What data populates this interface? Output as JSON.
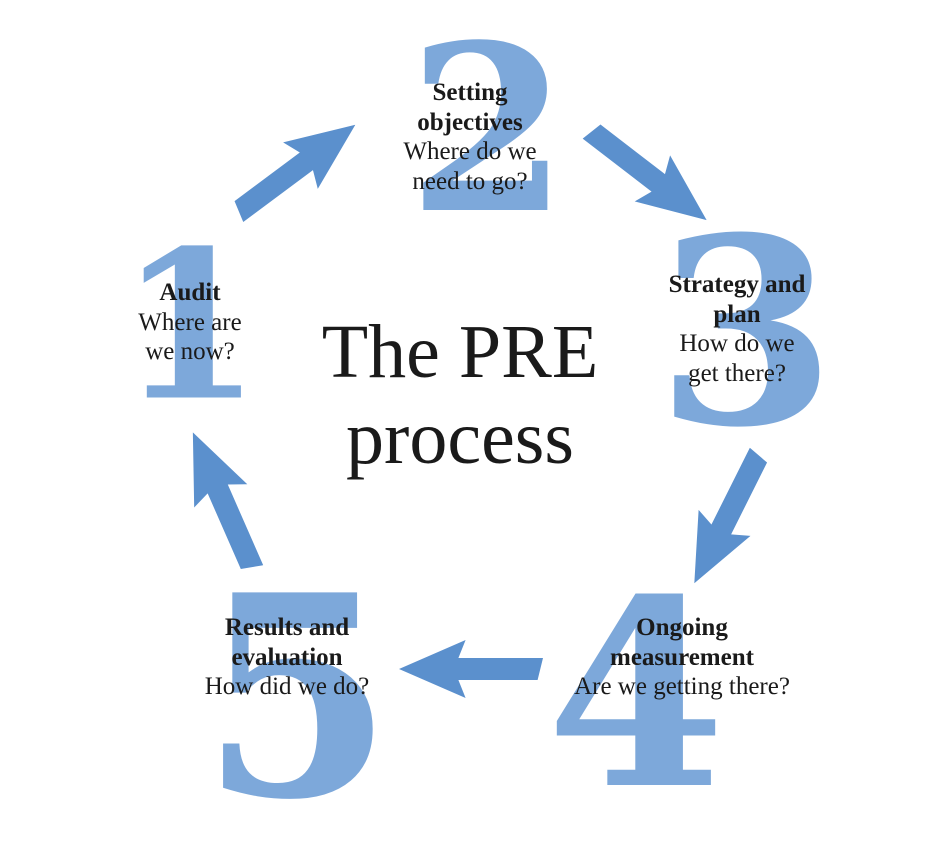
{
  "title": {
    "lines": [
      "The PRE",
      "process"
    ]
  },
  "steps": [
    {
      "number": "1",
      "label_lines": [
        "Audit"
      ],
      "question_lines": [
        "Where are",
        "we now?"
      ]
    },
    {
      "number": "2",
      "label_lines": [
        "Setting",
        "objectives"
      ],
      "question_lines": [
        "Where do we",
        "need to go?"
      ]
    },
    {
      "number": "3",
      "label_lines": [
        "Strategy and",
        "plan"
      ],
      "question_lines": [
        "How do we",
        "get there?"
      ]
    },
    {
      "number": "4",
      "label_lines": [
        "Ongoing",
        "measurement"
      ],
      "question_lines": [
        "Are we getting there?"
      ]
    },
    {
      "number": "5",
      "label_lines": [
        "Results and",
        "evaluation"
      ],
      "question_lines": [
        "How did we do?"
      ]
    }
  ],
  "arrows": [
    {
      "from": "1",
      "to": "2",
      "direction": "up-right"
    },
    {
      "from": "2",
      "to": "3",
      "direction": "down-right"
    },
    {
      "from": "3",
      "to": "4",
      "direction": "down-left"
    },
    {
      "from": "4",
      "to": "5",
      "direction": "left"
    },
    {
      "from": "5",
      "to": "1",
      "direction": "up-left"
    }
  ],
  "colors": {
    "number_blue": "#7da8da",
    "arrow_blue": "#5b90cd",
    "text": "#1a1a1a",
    "background": "#ffffff"
  }
}
